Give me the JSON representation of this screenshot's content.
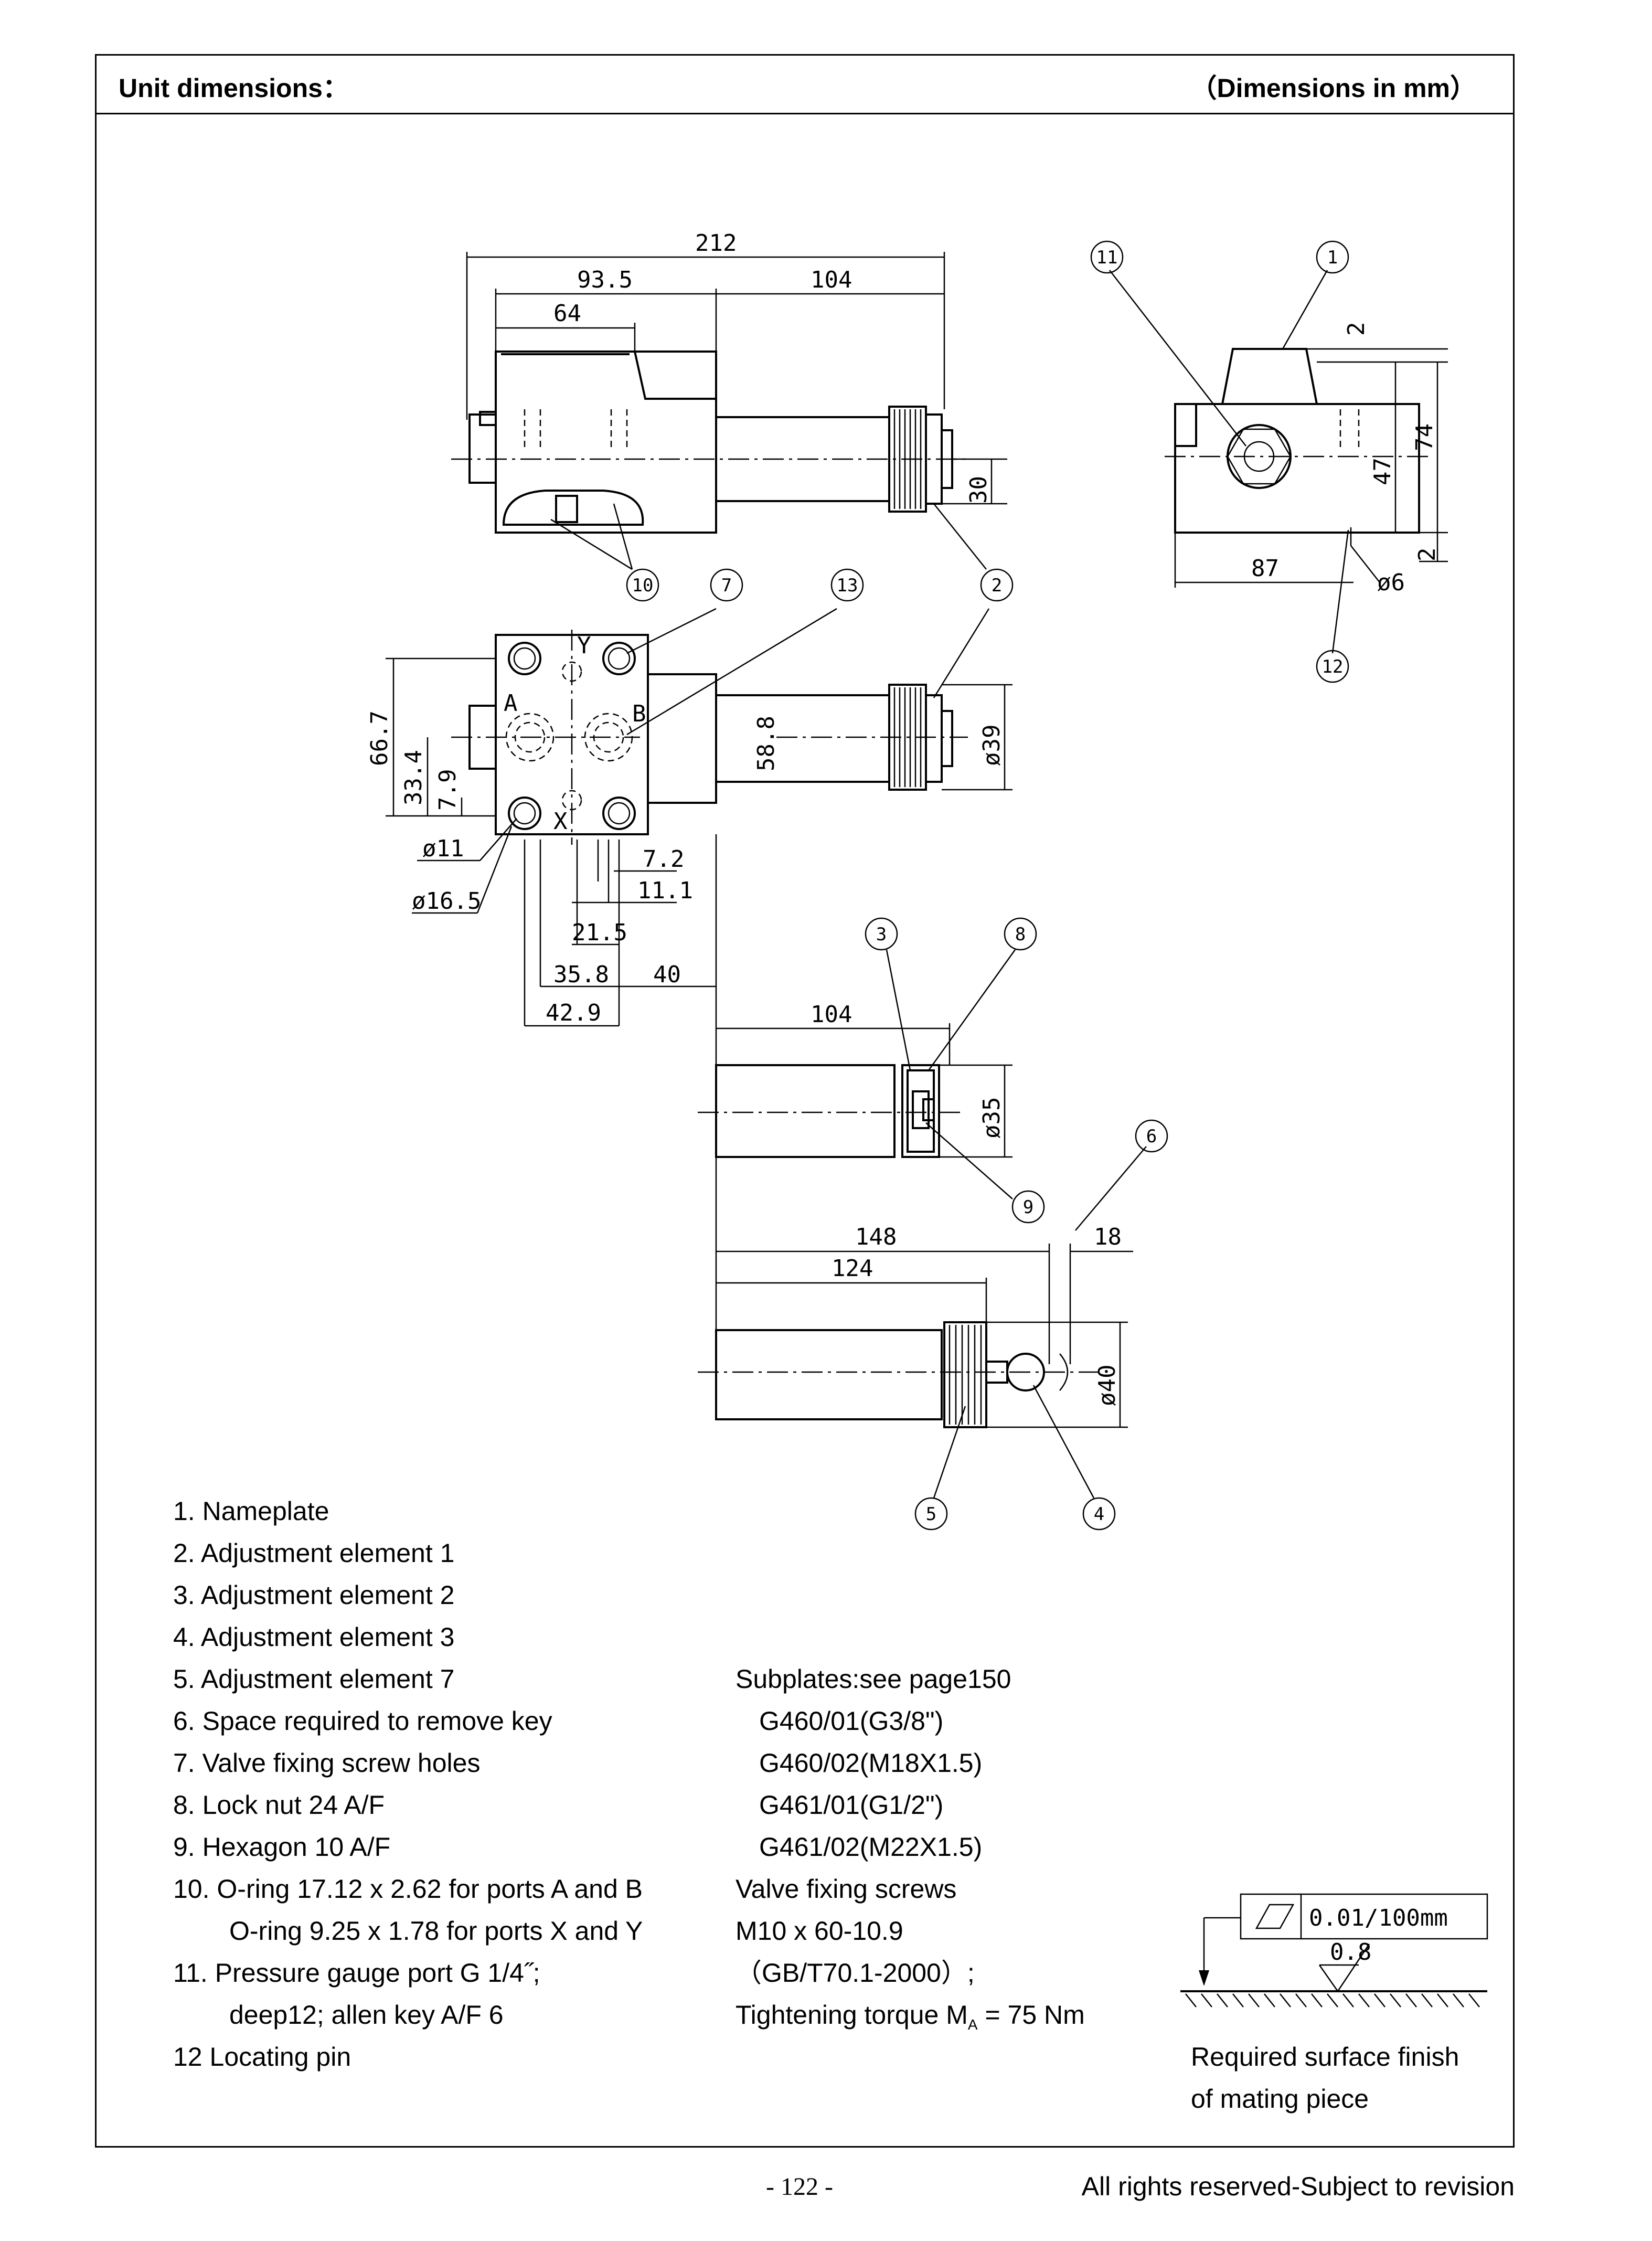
{
  "header": {
    "title": "Unit dimensions：",
    "units_note": "（Dimensions in mm）"
  },
  "dimensions": {
    "d212": "212",
    "d93_5": "93.5",
    "d104_top": "104",
    "d64": "64",
    "d30": "30",
    "d66_7": "66.7",
    "d33_4": "33.4",
    "d7_9": "7.9",
    "d58_8": "58.8",
    "d39": "ø39",
    "d11": "ø11",
    "d16_5": "ø16.5",
    "d7_2": "7.2",
    "d11_1": "11.1",
    "d21_5": "21.5",
    "d35_8": "35.8",
    "d40": "40",
    "d42_9": "42.9",
    "d104_mid": "104",
    "d35": "ø35",
    "d148": "148",
    "d124": "124",
    "d18": "18",
    "d40_dia": "ø40",
    "d2_top": "2",
    "d74": "74",
    "d47": "47",
    "d2_bot": "2",
    "d87": "87",
    "d6": "ø6"
  },
  "ports": {
    "A": "A",
    "B": "B",
    "X": "X",
    "Y": "Y"
  },
  "balloons": [
    "1",
    "2",
    "3",
    "4",
    "5",
    "6",
    "7",
    "8",
    "9",
    "10",
    "11",
    "12",
    "13"
  ],
  "legend": [
    "1. Nameplate",
    "2. Adjustment element 1",
    "3. Adjustment element 2",
    "4. Adjustment element 3",
    "5. Adjustment element 7",
    "6. Space required to remove key",
    "7. Valve fixing screw holes",
    "8. Lock nut 24 A/F",
    "9. Hexagon 10 A/F",
    "10.  O-ring 17.12 x  2.62 for ports A and B",
    "O-ring 9.25 x 1.78 for ports X and Y",
    "11.  Pressure gauge port G 1/4˝;",
    "deep12; allen key A/F 6",
    "12   Locating pin"
  ],
  "subplates": [
    "Subplates:see page150",
    "G460/01(G3/8\")",
    "G460/02(M18X1.5)",
    "G461/01(G1/2\")",
    "G461/02(M22X1.5)",
    "Valve fixing screws",
    "M10 x 60-10.9",
    "（GB/T70.1-2000）;",
    "Tightening torque M",
    "A",
    " = 75 Nm"
  ],
  "surface": {
    "flatness": "0.01/100mm",
    "roughness": "0.8",
    "caption_1": "Required surface finish",
    "caption_2": "of mating piece"
  },
  "footer": {
    "page": "- 122 -",
    "rights": "All rights reserved-Subject to revision"
  }
}
